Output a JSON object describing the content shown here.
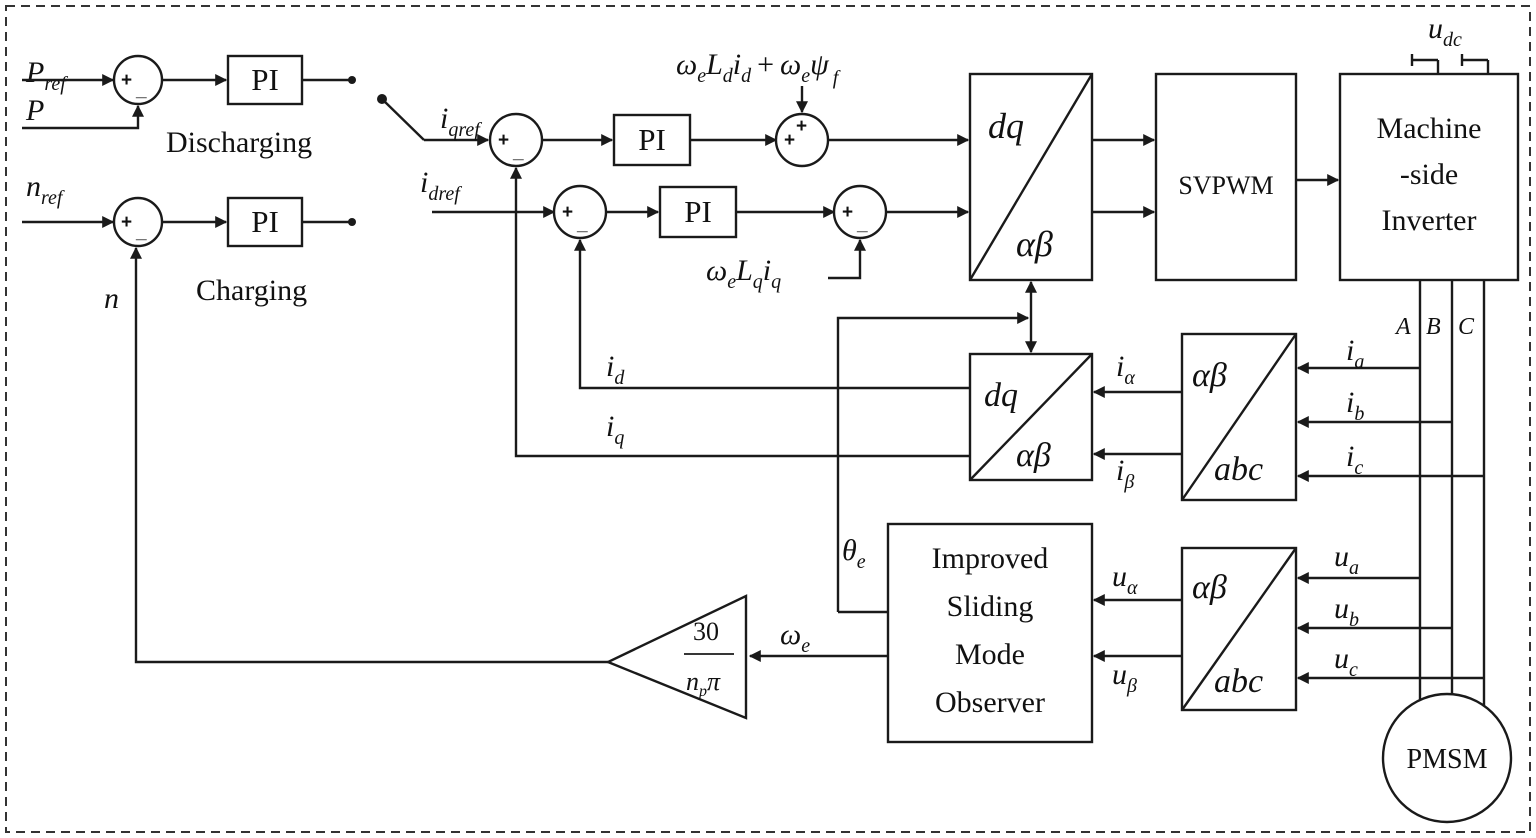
{
  "signals": {
    "p_ref": {
      "main": "P",
      "sub": "ref"
    },
    "p": "P",
    "n_ref": {
      "main": "n",
      "sub": "ref"
    },
    "n": "n",
    "iq_ref": {
      "main": "i",
      "sub": "qref"
    },
    "id_ref": {
      "main": "i",
      "sub": "dref"
    },
    "id": {
      "main": "i",
      "sub": "d"
    },
    "iq": {
      "main": "i",
      "sub": "q"
    },
    "i_alpha": {
      "main": "i",
      "sub": "α"
    },
    "i_beta": {
      "main": "i",
      "sub": "β"
    },
    "ia": {
      "main": "i",
      "sub": "a"
    },
    "ib": {
      "main": "i",
      "sub": "b"
    },
    "ic": {
      "main": "i",
      "sub": "c"
    },
    "ua": {
      "main": "u",
      "sub": "a"
    },
    "ub": {
      "main": "u",
      "sub": "b"
    },
    "uc": {
      "main": "u",
      "sub": "c"
    },
    "u_alpha": {
      "main": "u",
      "sub": "α"
    },
    "u_beta": {
      "main": "u",
      "sub": "β"
    },
    "udc": {
      "main": "u",
      "sub": "dc"
    },
    "theta_e": {
      "main": "θ",
      "sub": "e"
    },
    "omega_e": {
      "main": "ω",
      "sub": "e"
    },
    "ff_q": {
      "w": "ω",
      "we": "e",
      "L": "L",
      "Ld": "d",
      "i": "i",
      "id": "d",
      "plus": "+",
      "w2": "ω",
      "we2": "e",
      "psi": "ψ",
      "psif": "f"
    },
    "ff_d": {
      "w": "ω",
      "we": "e",
      "L": "L",
      "Lq": "q",
      "i": "i",
      "iq": "q"
    }
  },
  "blocks": {
    "pi": "PI",
    "svpwm": "SVPWM",
    "inverter": [
      "Machine",
      "-side",
      "Inverter"
    ],
    "observer": [
      "Improved",
      "Sliding",
      "Mode",
      "Observer"
    ],
    "pmsm": "PMSM",
    "park_top": {
      "a": "dq",
      "b": "αβ"
    },
    "park_bottom": {
      "a": "dq",
      "b": "αβ"
    },
    "clarke_i": {
      "a": "αβ",
      "b": "abc"
    },
    "clarke_u": {
      "a": "αβ",
      "b": "abc"
    },
    "gain": {
      "num": "30",
      "den_n": "n",
      "den_p": "p",
      "den_pi": "π"
    }
  },
  "labels": {
    "discharging": "Discharging",
    "charging": "Charging",
    "phase_a": "A",
    "phase_b": "B",
    "phase_c": "C"
  },
  "signs": {
    "plus": "+",
    "minus": "_"
  }
}
